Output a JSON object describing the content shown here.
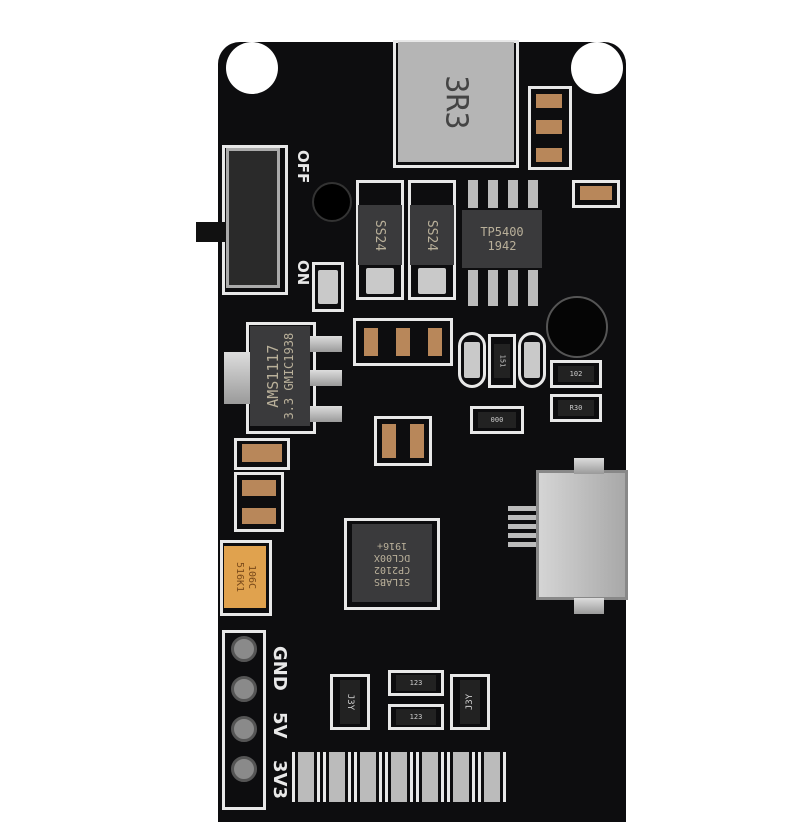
{
  "inductor": "3R3",
  "switch": {
    "off": "OFF",
    "on": "ON"
  },
  "diodes": [
    "SS24",
    "SS24"
  ],
  "converter": {
    "part": "TP5400",
    "date": "1942"
  },
  "regulator": {
    "part": "AMS1117",
    "voltage": "3.3",
    "code": "GMIC1938"
  },
  "usb_chip": {
    "brand": "SILABS",
    "part": "CP2102",
    "lot": "DCL00X",
    "date": "1916+"
  },
  "tantalum": {
    "line1": "106C",
    "line2": "516K1"
  },
  "resistors": {
    "r1": "102",
    "r2": "R30",
    "r3": "000",
    "r4": "123",
    "r5": "123",
    "led_res": "151"
  },
  "jumpers": [
    "J3Y",
    "J3Y"
  ],
  "header_labels": [
    "GND",
    "5V",
    "3V3"
  ]
}
